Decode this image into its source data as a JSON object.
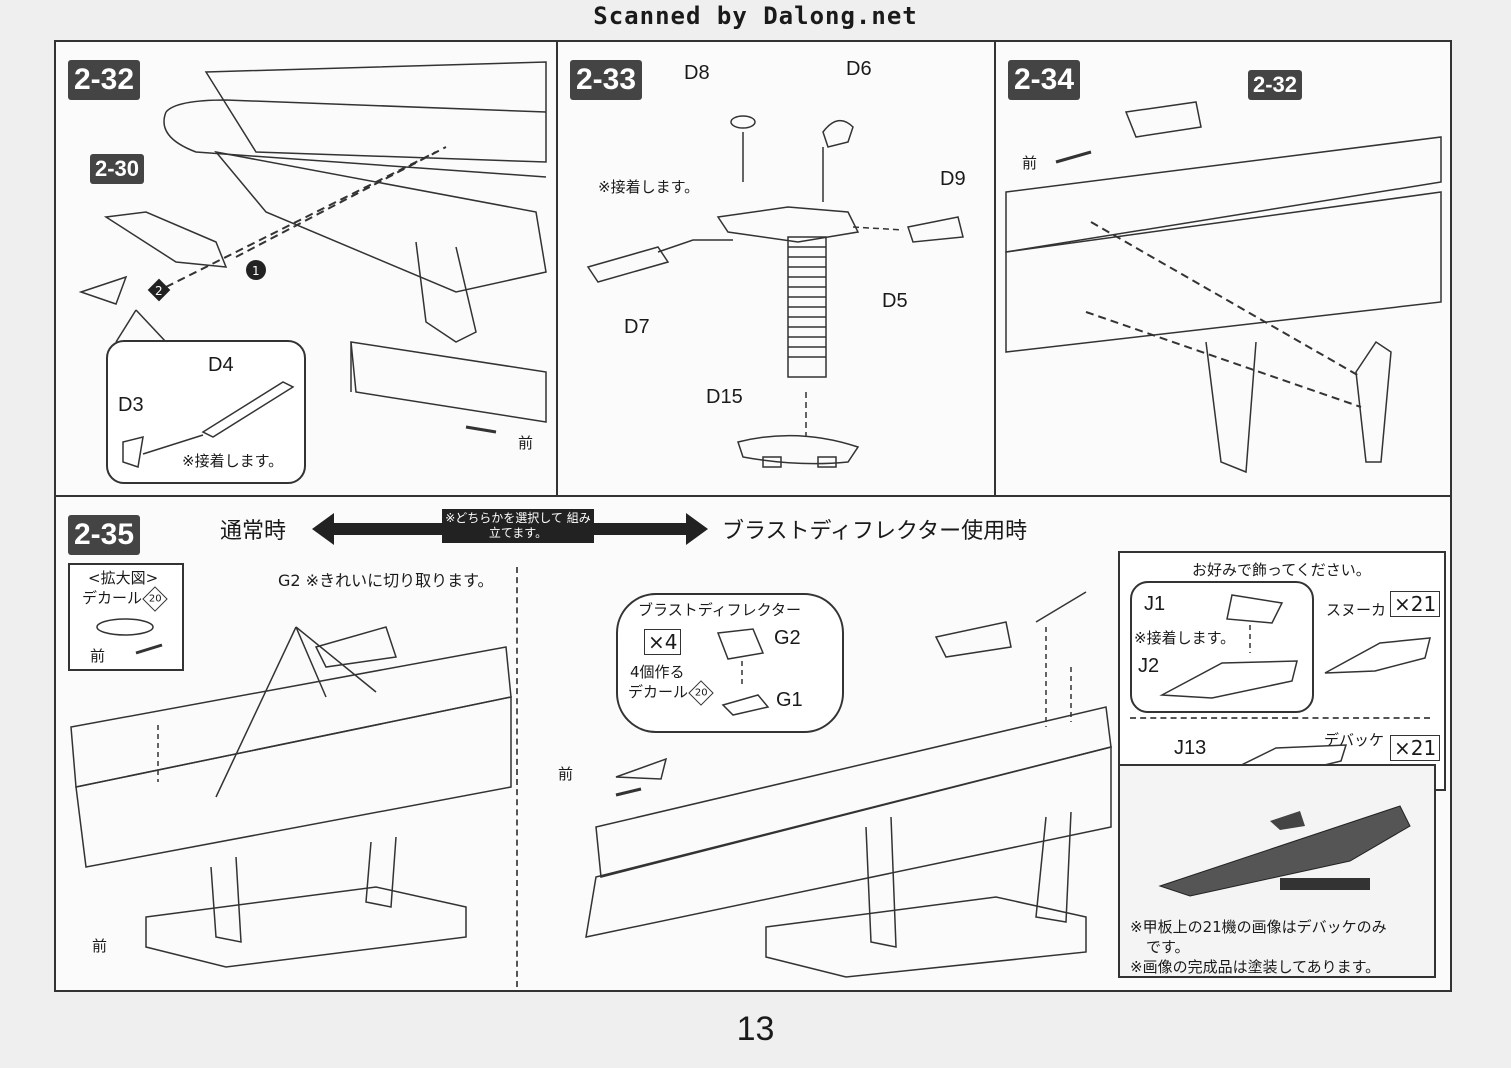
{
  "header": {
    "scan_credit": "Scanned by Dalong.net"
  },
  "colors": {
    "ink": "#1a1a1a",
    "paper": "#fbfbfb",
    "badge_bg": "#444444"
  },
  "panel_2_32": {
    "step": "2-32",
    "ref_step": "2-30",
    "callout_1": "1",
    "callout_2": "2",
    "part_d4": "D4",
    "part_d3": "D3",
    "glue_note": "※接着します。",
    "front": "前"
  },
  "panel_2_33": {
    "step": "2-33",
    "part_d8": "D8",
    "part_d6": "D6",
    "part_d9": "D9",
    "part_d7": "D7",
    "part_d5": "D5",
    "part_d15": "D15",
    "glue_note": "※接着します。"
  },
  "panel_2_34": {
    "step": "2-34",
    "ref_step": "2-32",
    "front": "前"
  },
  "panel_2_35": {
    "step": "2-35",
    "mode_normal": "通常時",
    "choice_note": "※どちらかを選択して 組み立てます。",
    "mode_deflector": "ブラストディフレクター使用時",
    "zoom_title": "<拡大図>",
    "zoom_decal": "デカール",
    "decal_no": "20",
    "zoom_front": "前",
    "g2_cut_note": "G2 ※きれいに切り取ります。",
    "front_left": "前",
    "front_mid": "前",
    "deflector_title": "ブラストディフレクター",
    "deflector_x4": "×4",
    "deflector_make": "4個作る",
    "deflector_decal": "デカール",
    "deflector_g2": "G2",
    "deflector_g1": "G1",
    "option_title": "お好みで飾ってください。",
    "part_j1": "J1",
    "part_j2": "J2",
    "part_j13": "J13",
    "glue_note": "※接着します。",
    "snuka": "スヌーカ",
    "snuka_qty": "×21",
    "debakke": "デバッケ",
    "debakke_qty": "×21",
    "photo_note_1": "※甲板上の21機の画像はデバッケのみ",
    "photo_note_1b": "です。",
    "photo_note_2": "※画像の完成品は塗装してあります。"
  },
  "footer": {
    "page_number": "13"
  }
}
